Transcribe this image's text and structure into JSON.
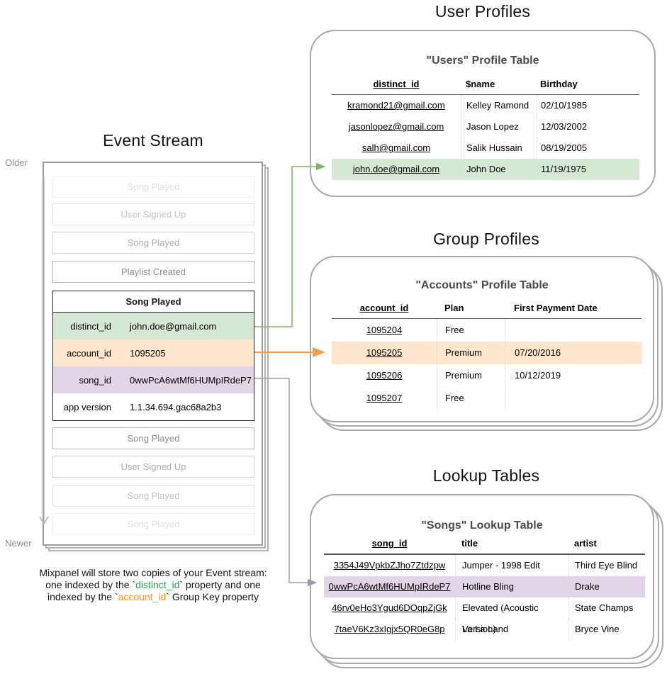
{
  "palette": {
    "highlight_green": "#d5e8d4",
    "highlight_orange": "#ffe6cc",
    "highlight_purple": "#e1d5e7",
    "caption_green": "#2f9e4f",
    "caption_orange": "#f7941e"
  },
  "connectors": {
    "distinct_id": {
      "color": "#82b366"
    },
    "account_id": {
      "color": "#eba14b"
    },
    "song_id": {
      "color": "#a39aad"
    },
    "timeline": {
      "color": "#b3b3b3"
    }
  },
  "event_stream": {
    "title": "Event Stream",
    "older_label": "Older",
    "newer_label": "Newer",
    "events_before": [
      "Song Played",
      "User Signed Up",
      "Song Played",
      "Playlist Created"
    ],
    "detail": {
      "header": "Song Played",
      "rows": [
        {
          "key": "distinct_id",
          "value": "john.doe@gmail.com"
        },
        {
          "key": "account_id",
          "value": "1095205"
        },
        {
          "key": "song_id",
          "value": "0wwPcA6wtMf6HUMpIRdeP7"
        },
        {
          "key": "app version",
          "value": "1.1.34.694.gac68a2b3"
        }
      ]
    },
    "events_after": [
      "Song Played",
      "User Signed Up",
      "Song Played",
      "Song Played"
    ]
  },
  "caption": {
    "line1": "Mixpanel will store two copies of your Event stream:",
    "line2_pre": "one indexed by the `",
    "line2_code": "distinct_id",
    "line2_post": "` property and one",
    "line3_pre": "indexed by the `",
    "line3_code": "account_id",
    "line3_post": "` Group Key property"
  },
  "user_profiles": {
    "section_title": "User Profiles",
    "table_title": "\"Users\" Profile Table",
    "columns": [
      "distinct_id",
      "$name",
      "Birthday"
    ],
    "rows": [
      [
        "kramond21@gmail.com",
        "Kelley Ramond",
        "02/10/1985"
      ],
      [
        "jasonlopez@gmail.com",
        "Jason Lopez",
        "12/03/2002"
      ],
      [
        "salh@gmail.com",
        "Salik Hussain",
        "08/19/2005"
      ],
      [
        "john.doe@gmail.com",
        "John Doe",
        "11/19/1975"
      ]
    ]
  },
  "group_profiles": {
    "section_title": "Group Profiles",
    "table_title": "\"Accounts\" Profile Table",
    "columns": [
      "account_id",
      "Plan",
      "First Payment Date"
    ],
    "rows": [
      [
        "1095204",
        "Free",
        ""
      ],
      [
        "1095205",
        "Premium",
        "07/20/2016"
      ],
      [
        "1095206",
        "Premium",
        "10/12/2019"
      ],
      [
        "1095207",
        "Free",
        ""
      ]
    ]
  },
  "lookup_tables": {
    "section_title": "Lookup Tables",
    "table_title": "\"Songs\" Lookup Table",
    "columns": [
      "song_id",
      "title",
      "artist"
    ],
    "rows": [
      [
        "3354J49VpkbZJho7Ztdzpw",
        "Jumper - 1998 Edit",
        "Third Eye Blind"
      ],
      [
        "0wwPcA6wtMf6HUMpIRdeP7",
        "Hotline Bling",
        "Drake"
      ],
      [
        "46rv0eHo3Ygud6DOqpZjGk",
        "Elevated (Acoustic Version)",
        "State Champs"
      ],
      [
        "7taeV6Kz3xIgjx5QR0eG8p",
        "La La Land",
        "Bryce Vine"
      ]
    ]
  }
}
